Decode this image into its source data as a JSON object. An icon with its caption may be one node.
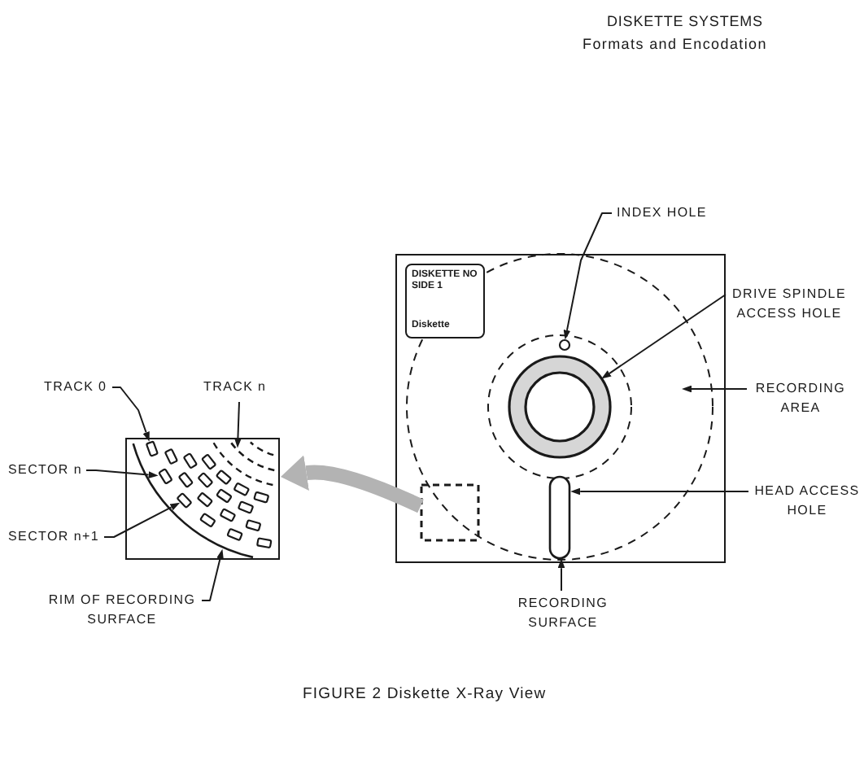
{
  "diagram": {
    "caption": "FIGURE 2 Diskette X-Ray View",
    "nodes": [
      {
        "text": [
          "TRACK 0"
        ]
      },
      {
        "text": [
          "TRACK n"
        ]
      },
      {
        "text": [
          "SECTOR n"
        ]
      },
      {
        "text": [
          "SECTOR n+1"
        ]
      },
      {
        "text": [
          "RIM OF RECORDING SURFACE"
        ]
      },
      {
        "text": [],
        "shape": "box"
      },
      {
        "text": [],
        "shape": "arc",
        "in": 5
      },
      {
        "text": [],
        "shape": "box",
        "in": 6
      },
      {
        "text": [],
        "shape": "arc",
        "in": 5
      },
      {
        "text": [],
        "shape": "box",
        "in": 6
      },
      {
        "text": [],
        "shape": "box",
        "in": 6
      },
      {
        "text": [
          "INDEX HOLE"
        ]
      },
      {
        "text": [
          "DRIVE SPINDLE ACCESS HOLE"
        ]
      },
      {
        "text": [
          "RECORDING AREA"
        ]
      },
      {
        "text": [
          "HEAD ACCESS HOLE"
        ]
      },
      {
        "text": [
          "RECORDING SURFACE"
        ]
      },
      {
        "text": [],
        "shape": "box"
      },
      {
        "text": [
          "DISKETTE NO SIDE 1",
          "Diskette"
        ],
        "in": 16
      },
      {
        "text": [],
        "shape": "circle",
        "in": 16
      },
      {
        "text": [],
        "shape": "circle",
        "in": 16
      },
      {
        "text": [],
        "shape": "bar",
        "in": 16
      },
      {
        "text": [],
        "shape": "box",
        "in": 16
      }
    ],
    "edges": [
      {
        "from": 0,
        "to": 7,
        "arrow": "to"
      },
      {
        "from": 1,
        "to": 8,
        "arrow": "to"
      },
      {
        "from": 2,
        "to": 9,
        "arrow": "to"
      },
      {
        "from": 3,
        "to": 10,
        "arrow": "to"
      },
      {
        "from": 4,
        "to": 6,
        "arrow": "to"
      },
      {
        "from": 11,
        "to": 18,
        "arrow": "to"
      },
      {
        "from": 12,
        "to": 19,
        "arrow": "to"
      },
      {
        "from": 13,
        "to": 16,
        "arrow": "to"
      },
      {
        "from": 14,
        "to": 20,
        "arrow": "to"
      },
      {
        "from": 15,
        "to": 20,
        "arrow": "to"
      },
      {
        "from": 21,
        "to": 5,
        "arrow": "to",
        "style": "thick",
        "color": "#b3b3b3"
      }
    ],
    "labels": [
      "DISKETTE SYSTEMS",
      "Formats and Encodation"
    ]
  }
}
